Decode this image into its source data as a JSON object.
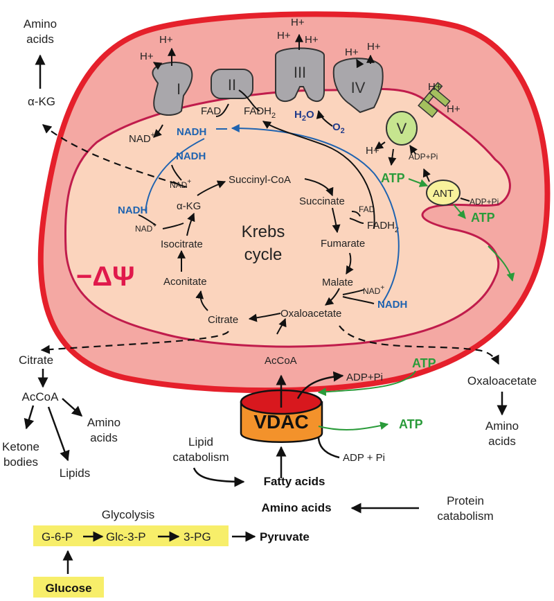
{
  "colors": {
    "outer_membrane": "#e5202b",
    "intermembrane": "#f4a8a3",
    "inner_membrane": "#c01c4c",
    "matrix": "#fbd4bd",
    "complex": "#a9a7ab",
    "complex_v": "#c6e58f",
    "ant": "#f8f29c",
    "vdac_body": "#f3922b",
    "vdac_top": "#d8181e",
    "glycolysis_box": "#f7ee6a",
    "nadh": "#1f63b0",
    "atp": "#2a9b3a",
    "psi": "#e0194b"
  },
  "complexes": {
    "I": "I",
    "II": "II",
    "III": "III",
    "IV": "IV",
    "V": "V"
  },
  "protons": {
    "h_plus": "H+"
  },
  "etc": {
    "fad": "FAD",
    "fadh2_main": "FADH",
    "sub2": "2",
    "nad": "NAD",
    "plus": "+",
    "h2o_h": "H",
    "h2o_o": "O",
    "o2_o": "O",
    "nadh": "NADH"
  },
  "krebs": {
    "title_line1": "Krebs",
    "title_line2": "cycle",
    "succinyl_coa": "Succinyl-CoA",
    "succinate": "Succinate",
    "fad_small": "FAD",
    "fadh2": "FADH",
    "fumarate": "Fumarate",
    "malate": "Malate",
    "oxaloacetate": "Oxaloacetate",
    "citrate": "Citrate",
    "aconitate": "Aconitate",
    "isocitrate": "Isocitrate",
    "alpha_kg": "α-KG",
    "acCoA": "AcCoA"
  },
  "membrane_potential": "−ΔΨ",
  "atp_synthesis": {
    "adp_pi": "ADP+Pi",
    "adp_pi_spaced": "ADP + Pi",
    "atp": "ATP",
    "ant": "ANT",
    "vdac": "VDAC"
  },
  "outside": {
    "amino_acids_line1": "Amino",
    "amino_acids_line2": "acids",
    "alpha_kg": "α-KG",
    "citrate": "Citrate",
    "acCoA": "AcCoA",
    "ketone_line1": "Ketone",
    "ketone_line2": "bodies",
    "lipids": "Lipids",
    "oxaloacetate": "Oxaloacetate",
    "lipid_cat_line1": "Lipid",
    "lipid_cat_line2": "catabolism",
    "fatty_acids": "Fatty acids",
    "amino_acids_bold": "Amino acids",
    "protein_cat_line1": "Protein",
    "protein_cat_line2": "catabolism",
    "glycolysis": "Glycolysis",
    "g6p": "G-6-P",
    "glc3p": "Glc-3-P",
    "pg3": "3-PG",
    "pyruvate": "Pyruvate",
    "glucose": "Glucose"
  }
}
